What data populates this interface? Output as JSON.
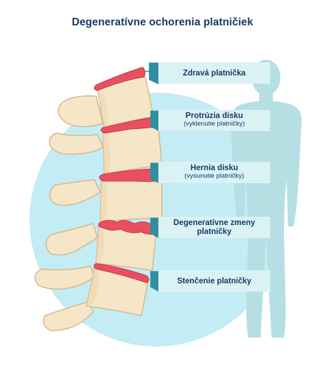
{
  "title": "Degeneratívne ochorenia platničiek",
  "colors": {
    "title": "#173a66",
    "label_bg": "#dbf2f5",
    "label_tab": "#2f8ea0",
    "disc": "#e8505f",
    "vertebra": "#f6e6c8",
    "circle": "#c3ecf5",
    "silhouette": "#b5dfe3"
  },
  "labels": [
    {
      "title": "Zdravá platnička",
      "subtitle": ""
    },
    {
      "title": "Protrúzia disku",
      "subtitle": "(vyklenutie platničky)"
    },
    {
      "title": "Hernia disku",
      "subtitle": "(vysunutie platničky)"
    },
    {
      "title": "Degeneratívne zmeny platničky",
      "subtitle": ""
    },
    {
      "title": "Stenčenie platničky",
      "subtitle": ""
    }
  ]
}
